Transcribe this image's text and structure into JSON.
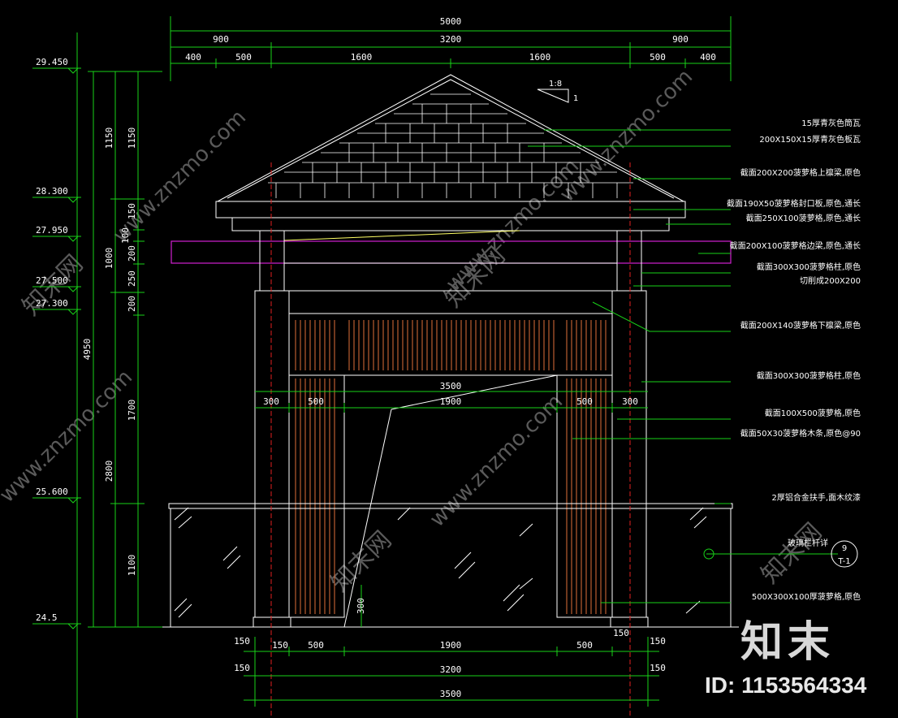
{
  "dims_top": {
    "total": "5000",
    "l1": "900",
    "mid": "3200",
    "r1": "900",
    "a": "400",
    "b": "500",
    "c": "1600",
    "d": "1600",
    "e": "500",
    "f": "400"
  },
  "dims_left": {
    "v1150a": "1150",
    "v1150b": "1150",
    "v1000": "1000",
    "v150": "150",
    "v100": "100",
    "v200a": "200",
    "v250": "250",
    "v200b": "200",
    "v4950": "4950",
    "v1700": "1700",
    "v2800": "2800",
    "v1100": "1100"
  },
  "elevations": [
    "29.450",
    "28.300",
    "27.950",
    "27.500",
    "27.300",
    "25.600",
    "24.5"
  ],
  "dims_inner": {
    "w3500": "3500",
    "a300": "300",
    "b500": "500",
    "c1900": "1900",
    "d500": "500",
    "e300": "300",
    "h300": "300"
  },
  "dims_bottom": {
    "r1a": "150",
    "r1b": "150",
    "r1c": "500",
    "r1d": "1900",
    "r1e": "500",
    "r1f": "150",
    "r1g": "150",
    "r2a": "150",
    "r2b": "3200",
    "r2c": "150",
    "r3": "3500"
  },
  "slope": {
    "top": "1:8",
    "side": "1"
  },
  "labels": [
    "15厚青灰色筒瓦",
    "200X150X15厚青灰色板瓦",
    "截面200X200菠萝格上檩梁,原色",
    "截面190X50菠萝格封口板,原色,通长",
    "截面250X100菠萝格,原色,通长",
    "截面200X100菠萝格边梁,原色,通长",
    "截面300X300菠萝格柱,原色",
    "切削成200X200",
    "截面200X140菠萝格下檩梁,原色",
    "截面300X300菠萝格柱,原色",
    "截面100X500菠萝格,原色",
    "截面50X30菠萝格木条,原色@90",
    "2厚铝合金扶手,面木纹漆",
    "玻璃栏杆详",
    "500X300X100厚菠萝格,原色"
  ],
  "detail_ref": {
    "num": "9",
    "sheet": "T-1"
  },
  "watermark": {
    "url": "www.znzmo.com",
    "brand": "知末网"
  },
  "brand": {
    "logo": "知末",
    "id": "ID: 1153564334"
  },
  "colors": {
    "dim": "#19d219",
    "line": "#ffffff",
    "wood": "#e0703a",
    "beam": "#d020d0",
    "axis": "#e02020"
  }
}
